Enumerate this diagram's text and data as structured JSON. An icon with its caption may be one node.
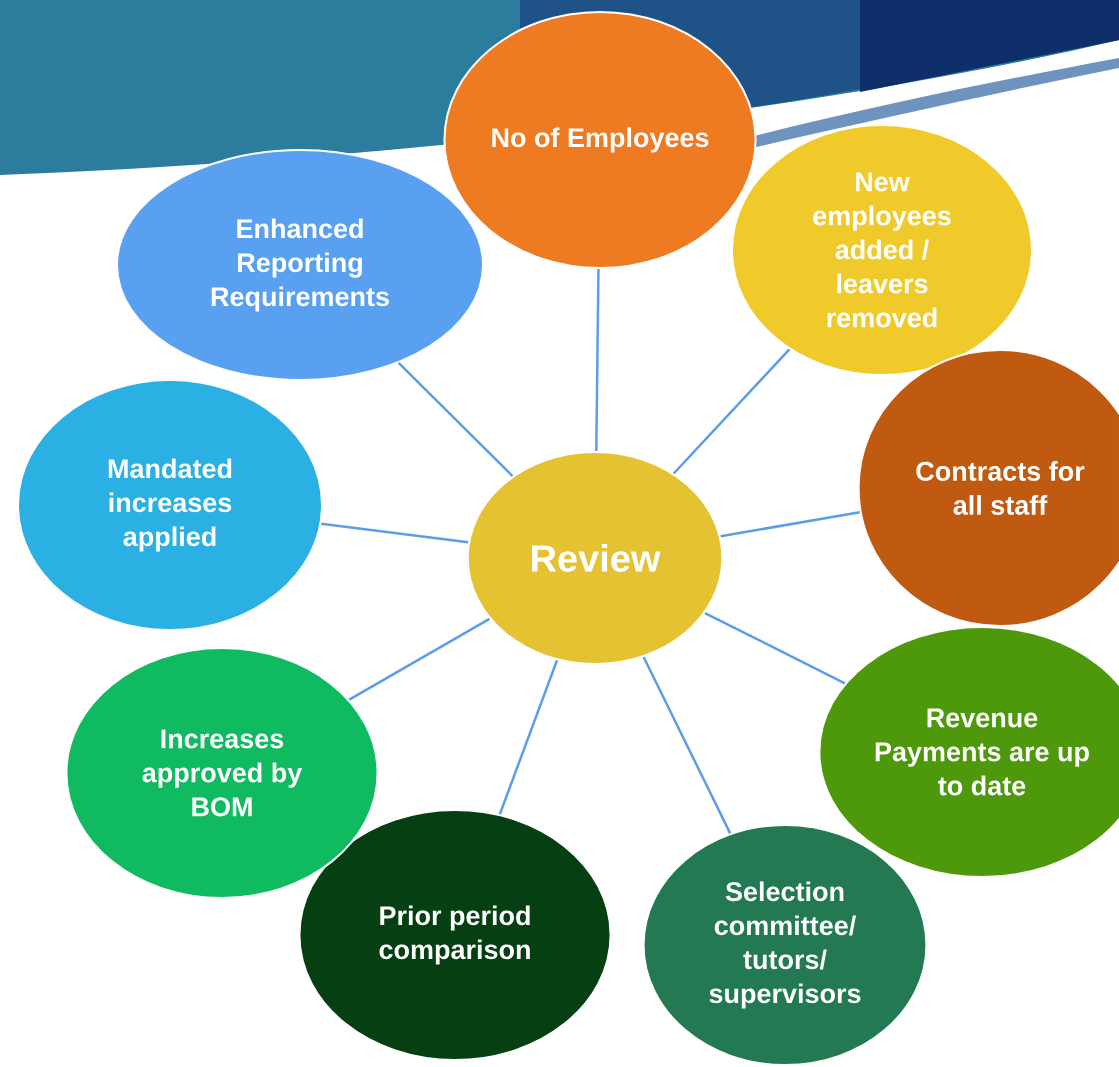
{
  "diagram": {
    "nodes": [
      {
        "text": [
          "Review"
        ]
      },
      {
        "text": [
          "No of Employees"
        ]
      },
      {
        "text": [
          "New employees added / leavers removed"
        ]
      },
      {
        "text": [
          "Contracts for all staff"
        ]
      },
      {
        "text": [
          "Revenue Payments are up to date"
        ]
      },
      {
        "text": [
          "Selection committee/ tutors/ supervisors"
        ]
      },
      {
        "text": [
          "Prior period comparison"
        ]
      },
      {
        "text": [
          "Increases approved by BOM"
        ]
      },
      {
        "text": [
          "Mandated increases applied"
        ]
      },
      {
        "text": [
          "Enhanced Reporting Requirements"
        ]
      }
    ],
    "edges": [
      {
        "from": 0,
        "to": 1,
        "arrow": "none"
      },
      {
        "from": 0,
        "to": 2,
        "arrow": "none"
      },
      {
        "from": 0,
        "to": 3,
        "arrow": "none"
      },
      {
        "from": 0,
        "to": 4,
        "arrow": "none"
      },
      {
        "from": 0,
        "to": 5,
        "arrow": "none"
      },
      {
        "from": 0,
        "to": 6,
        "arrow": "none"
      },
      {
        "from": 0,
        "to": 7,
        "arrow": "none"
      },
      {
        "from": 0,
        "to": 8,
        "arrow": "none"
      },
      {
        "from": 0,
        "to": 9,
        "arrow": "none"
      }
    ]
  }
}
